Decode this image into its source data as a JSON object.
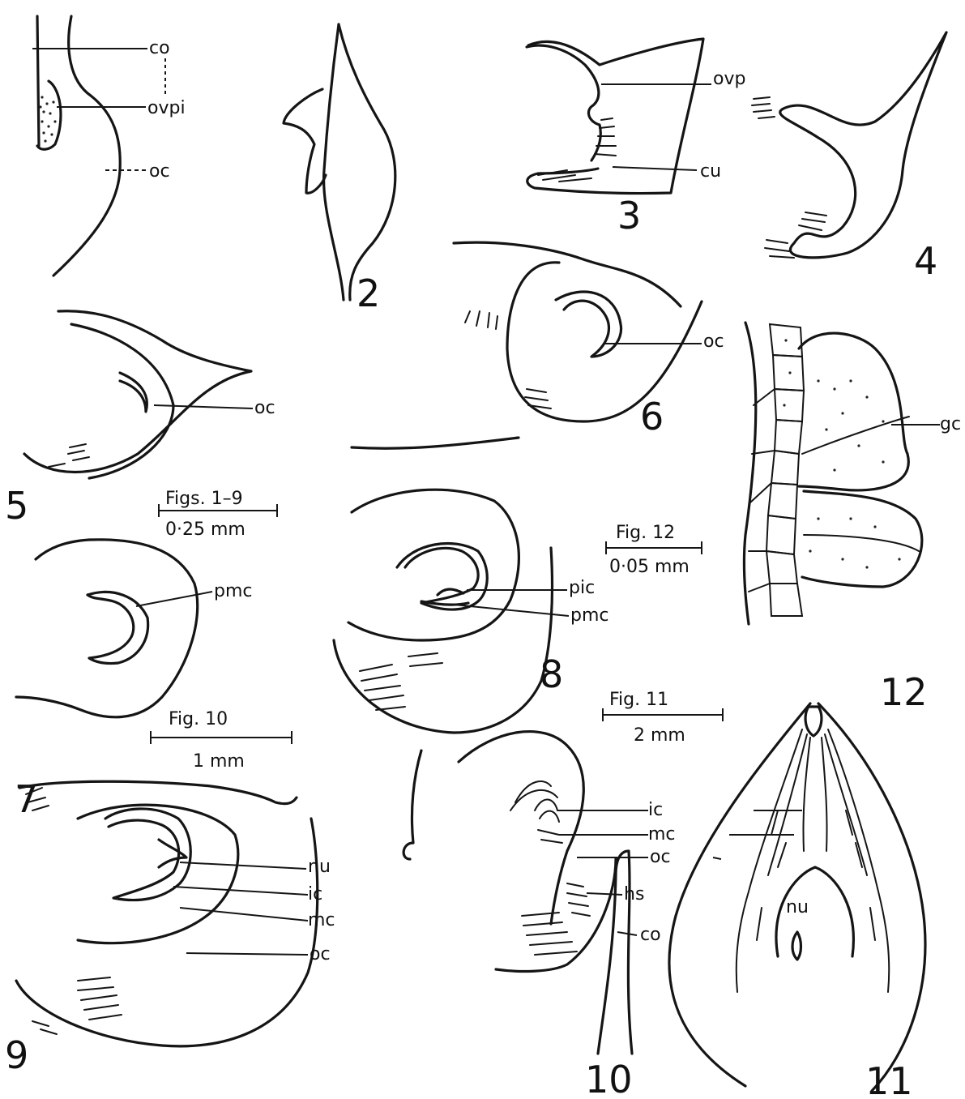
{
  "figure_numbers": {
    "f2": "2",
    "f3": "3",
    "f4": "4",
    "f5": "5",
    "f6": "6",
    "f7": "7",
    "f8": "8",
    "f9": "9",
    "f10": "10",
    "f11": "11",
    "f12": "12"
  },
  "labels": {
    "f1_co": "co",
    "f1_ovpi": "ovpi",
    "f1_oc": "oc",
    "f3_ovp": "ovp",
    "f3_cu": "cu",
    "f5_oc": "oc",
    "f6_oc": "oc",
    "f7_pmc": "pmc",
    "f8_pic": "pic",
    "f8_pmc": "pmc",
    "f9_nu": "nu",
    "f9_ic": "ic",
    "f9_mc": "mc",
    "f9_oc": "oc",
    "f10_ic": "ic",
    "f10_mc": "mc",
    "f10_oc": "oc",
    "f10_hs": "hs",
    "f10_co": "co",
    "f11_nu": "nu",
    "f12_gc": "gc"
  },
  "scale_bars": {
    "figs_1_9_title": "Figs. 1–9",
    "figs_1_9_value": "0·25 mm",
    "fig_12_title": "Fig. 12",
    "fig_12_value": "0·05 mm",
    "fig_10_title": "Fig. 10",
    "fig_10_value": "1 mm",
    "fig_11_title": "Fig. 11",
    "fig_11_value": "2 mm"
  }
}
